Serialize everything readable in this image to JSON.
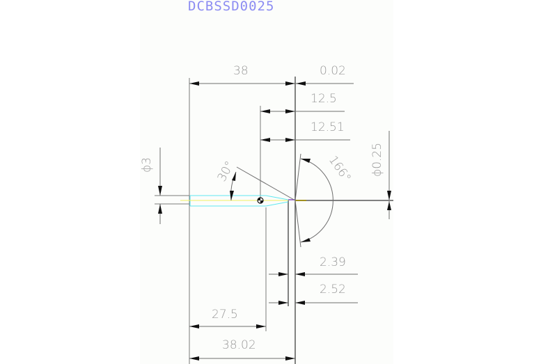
{
  "drawing": {
    "title": "DCBSSD0025",
    "colors": {
      "title": "#8c8cf2",
      "dimension_text": "#9a9a9a",
      "dimension_line": "#6e6e6e",
      "tool_outline": "#60e8f0",
      "centerline": "#f0f060",
      "sheet_background": "#fcfdfb"
    },
    "dimensions": {
      "overall_length_top": "38",
      "tip_offset": "0.02",
      "flute_length_1": "12.5",
      "flute_length_2": "12.51",
      "shank_diameter": "ϕ3",
      "tip_diameter": "ϕ0.25",
      "taper_angle": "30°",
      "point_angle": "166°",
      "neck_length_1": "2.39",
      "neck_length_2": "2.52",
      "shank_length": "27.5",
      "overall_length_bottom": "38.02"
    }
  }
}
